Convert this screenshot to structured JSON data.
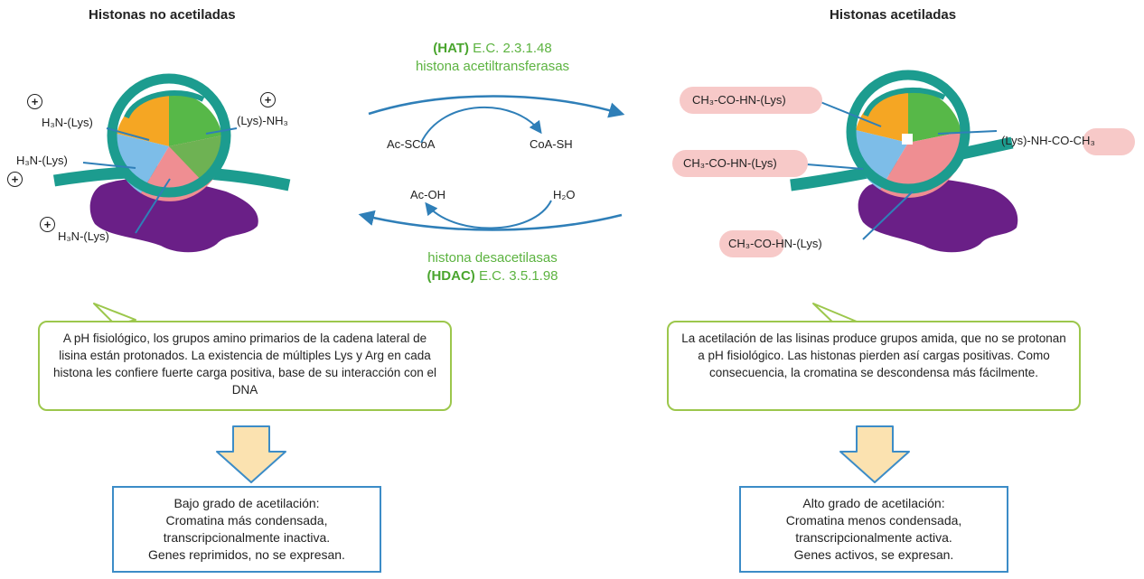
{
  "left": {
    "title": "Histonas no acetiladas",
    "labels": {
      "top_left": "H₃N-(Lys)",
      "top_right": "(Lys)-NH₃",
      "middle_left": "H₃N-(Lys)",
      "bottom": "H₃N-(Lys)"
    },
    "callout": "A pH fisiológico, los grupos amino primarios de la cadena lateral de lisina están protonados. La existencia de múltiples Lys y Arg en cada histona les confiere fuerte carga positiva, base de su interacción con el DNA",
    "result": [
      "Bajo grado de acetilación:",
      "Cromatina más condensada,",
      "transcripcionalmente inactiva.",
      "Genes reprimidos, no se expresan."
    ]
  },
  "right": {
    "title": "Histonas acetiladas",
    "labels": {
      "top_left": "CH₃-CO-HN-(Lys)",
      "top_right": "(Lys)-NH-CO-CH₃",
      "middle_left": "CH₃-CO-HN-(Lys)",
      "bottom": "CH₃-CO-HN-(Lys)"
    },
    "callout": "La acetilación de las lisinas produce grupos amida, que no se protonan a pH fisiológico. Las histonas pierden así cargas positivas. Como consecuencia, la cromatina se descondensa más fácilmente.",
    "result": [
      "Alto grado de acetilación:",
      "Cromatina menos condensada,",
      "transcripcionalmente activa.",
      "Genes activos, se expresan."
    ]
  },
  "reaction": {
    "hat_abbr": "(HAT)",
    "hat_ec": "E.C. 2.3.1.48",
    "hat_name": "histona acetiltransferasas",
    "hdac_name": "histona desacetilasas",
    "hdac_abbr": "(HDAC)",
    "hdac_ec": "E.C. 3.5.1.98",
    "top_substrate": "Ac-SCoA",
    "top_product": "CoA-SH",
    "bottom_product": "Ac-OH",
    "bottom_substrate": "H₂O"
  },
  "colors": {
    "teal": "#1c9c8f",
    "purple": "#6a1f87",
    "orange": "#f5a623",
    "green": "#57b848",
    "blue": "#7dbde8",
    "pink": "#ef8e92",
    "arrow_blue": "#2f7fb8",
    "callout_border": "#9cc74c",
    "result_border": "#3c8cc7",
    "label_pill": "#f7c9c8",
    "down_arrow_fill": "#fbe2b0"
  }
}
